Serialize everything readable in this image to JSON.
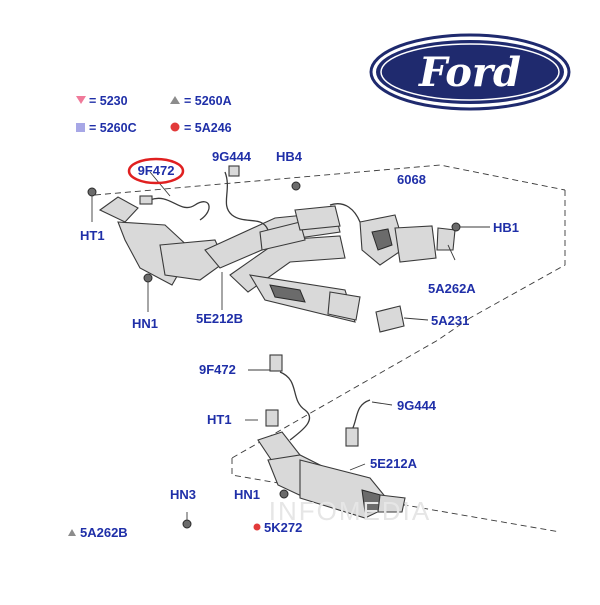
{
  "brand": {
    "logo_text": "Ford",
    "logo_fill": "#1f2a6e",
    "accent": "#1f2fa8"
  },
  "legend": [
    {
      "symbol": "triangle-down-pink",
      "color": "#f07a9a",
      "text": "= 5230"
    },
    {
      "symbol": "triangle-up-grey",
      "color": "#8c8c8c",
      "text": "= 5260A"
    },
    {
      "symbol": "square-lilac",
      "color": "#a7a7e6",
      "text": "= 5260C"
    },
    {
      "symbol": "circle-red",
      "color": "#e23a3a",
      "text": "= 5A246"
    }
  ],
  "callouts": {
    "c_9f472_top": "9F472",
    "c_9g444_top": "9G444",
    "c_hb4": "HB4",
    "c_6068": "6068",
    "c_hb1": "HB1",
    "c_ht1_left": "HT1",
    "c_5a262a": "5A262A",
    "c_hn1_left": "HN1",
    "c_5e212b": "5E212B",
    "c_5a231": "5A231",
    "c_9f472_mid": "9F472",
    "c_9g444_mid": "9G444",
    "c_ht1_mid": "HT1",
    "c_5e212a": "5E212A",
    "c_hn3": "HN3",
    "c_hn1_bottom": "HN1",
    "c_5a262b": "5A262B",
    "c_5k272": "5K272"
  },
  "highlight_color": "#e02020",
  "watermark": "INFOMEDIA"
}
